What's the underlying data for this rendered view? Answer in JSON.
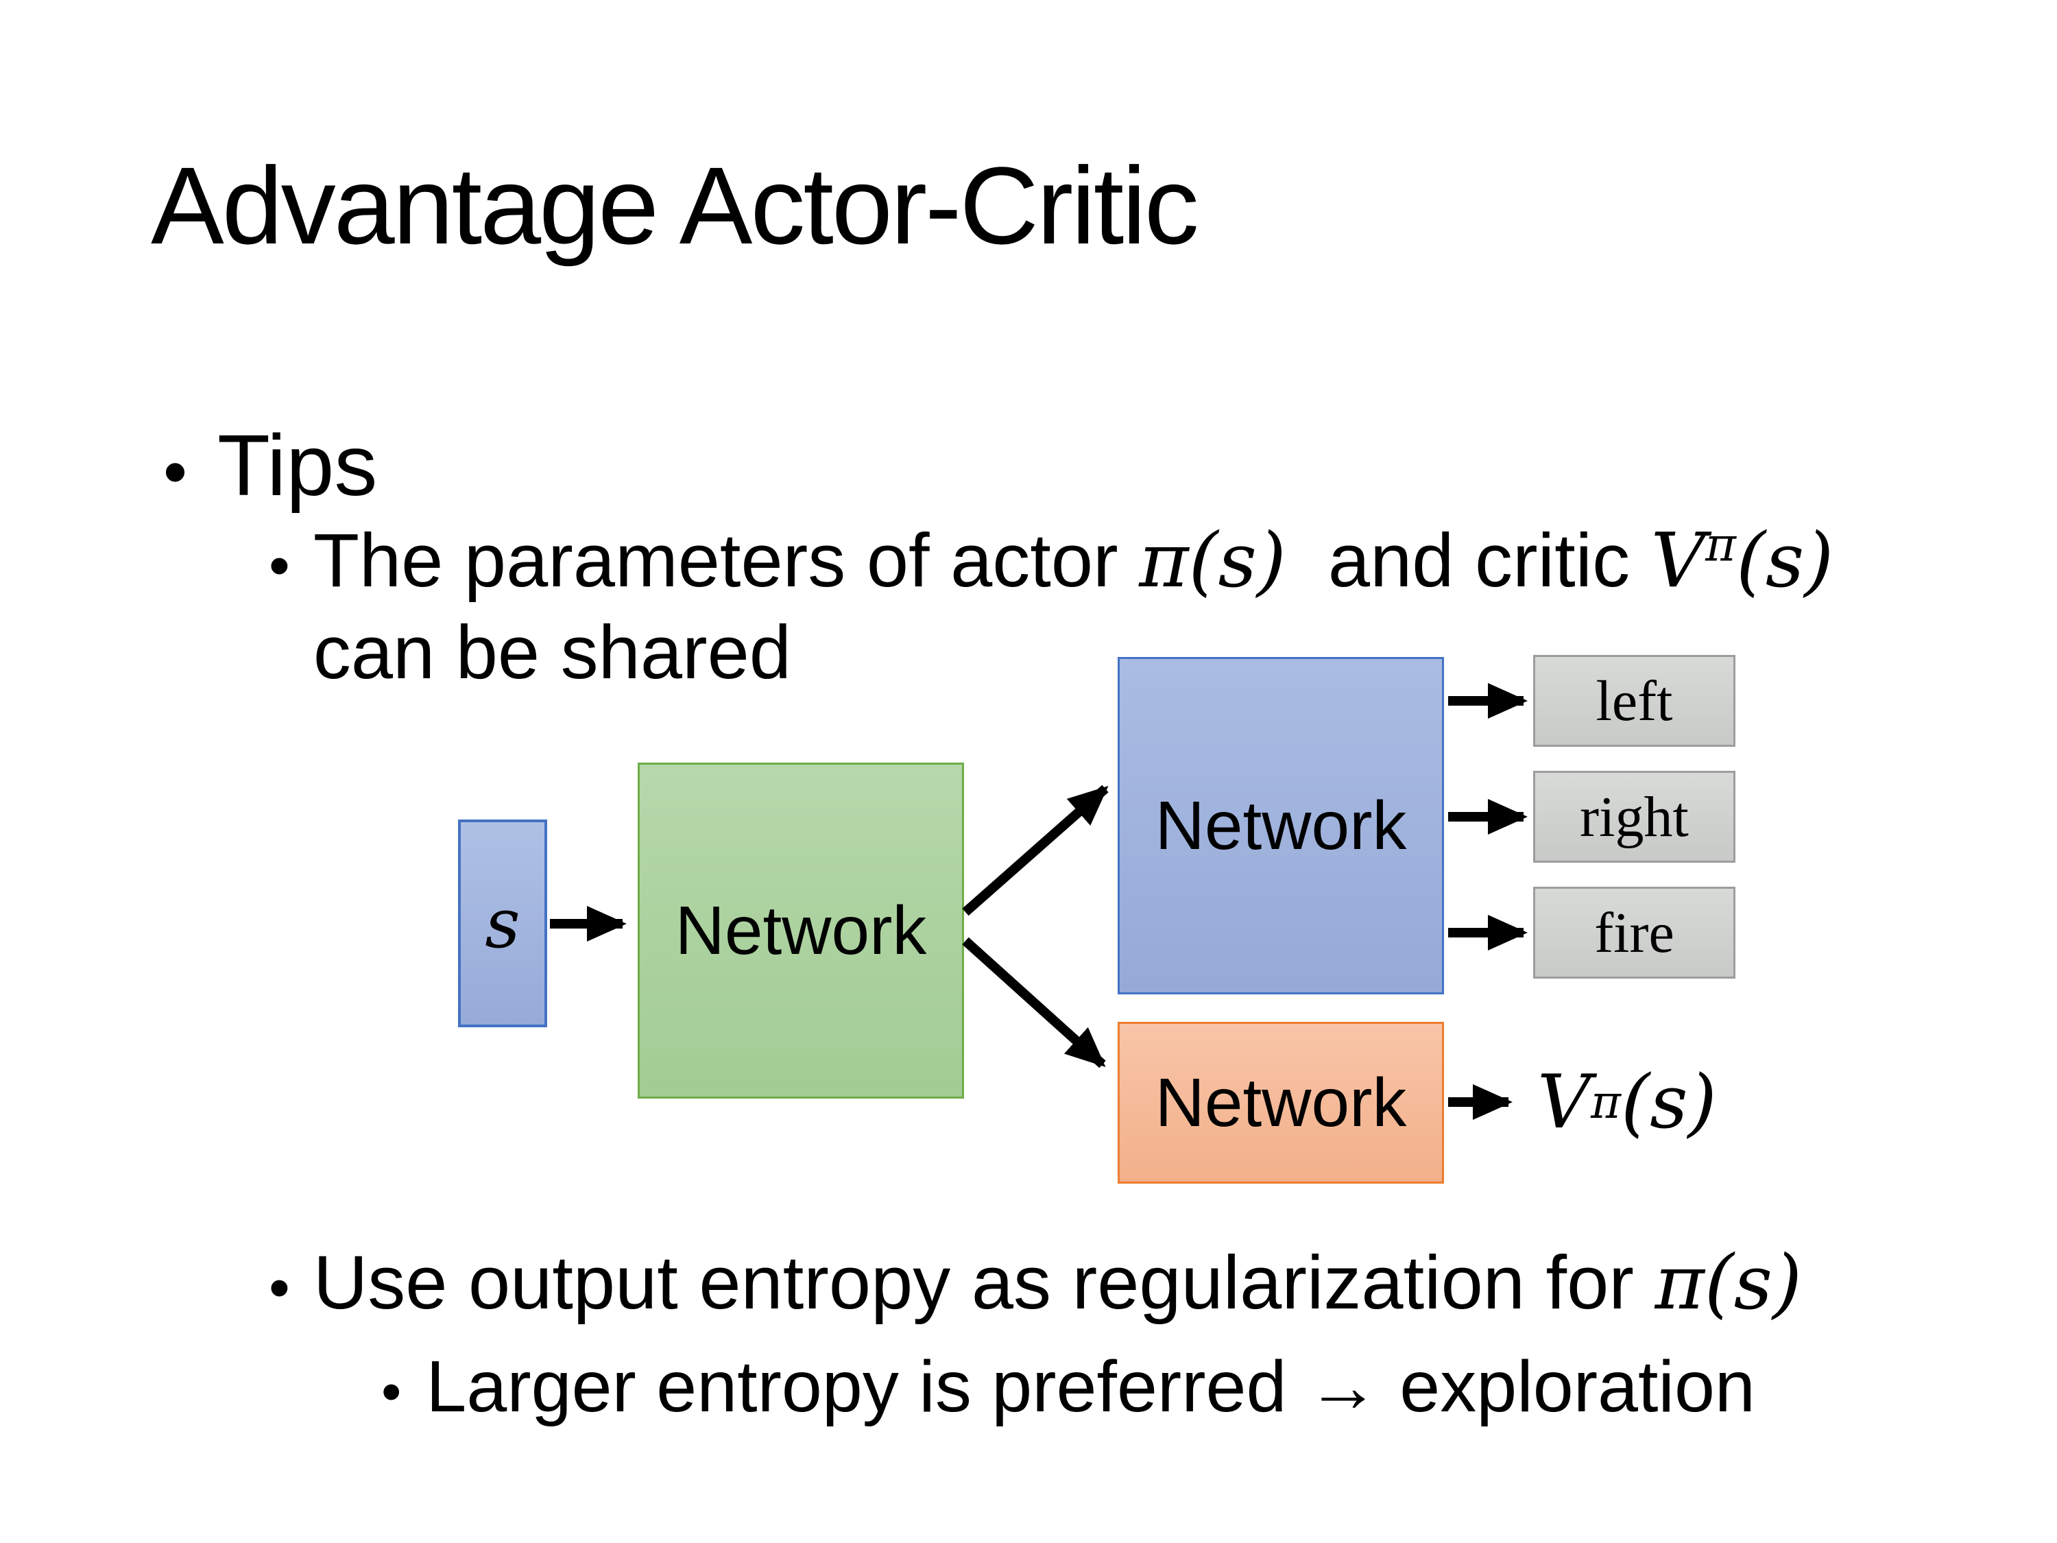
{
  "slide": {
    "title": "Advantage Actor-Critic",
    "bullets": {
      "tips": "Tips",
      "marker": "•",
      "shared": {
        "pre": "The parameters of actor ",
        "actor_math": "π(s)",
        "mid": "  and critic ",
        "critic_v": "V",
        "critic_sup": "π",
        "critic_args": "(s)",
        "line2": "can be shared"
      },
      "entropy": {
        "pre": "Use output entropy as regularization for ",
        "math": "π(s)"
      },
      "entropy_sub": "Larger entropy is preferred → exploration"
    }
  },
  "diagram": {
    "state_label": "s",
    "shared_network_label": "Network",
    "actor_network_label": "Network",
    "critic_network_label": "Network",
    "actions": [
      "left",
      "right",
      "fire"
    ],
    "value_output": {
      "v": "V",
      "sup": "π",
      "args": "(s)"
    },
    "colors": {
      "state_fill": "#A0B3DE",
      "state_border": "#4472C4",
      "shared_fill": "#ACD1A2",
      "shared_border": "#70AD47",
      "actor_fill": "#A0B3DE",
      "actor_border": "#4472C4",
      "critic_fill": "#F6BB9A",
      "critic_border": "#ED7D31",
      "action_fill": "#CDD0CD",
      "action_border": "#9D9D9D",
      "arrow": "#000000",
      "text": "#000000",
      "background": "#FFFFFF"
    }
  }
}
